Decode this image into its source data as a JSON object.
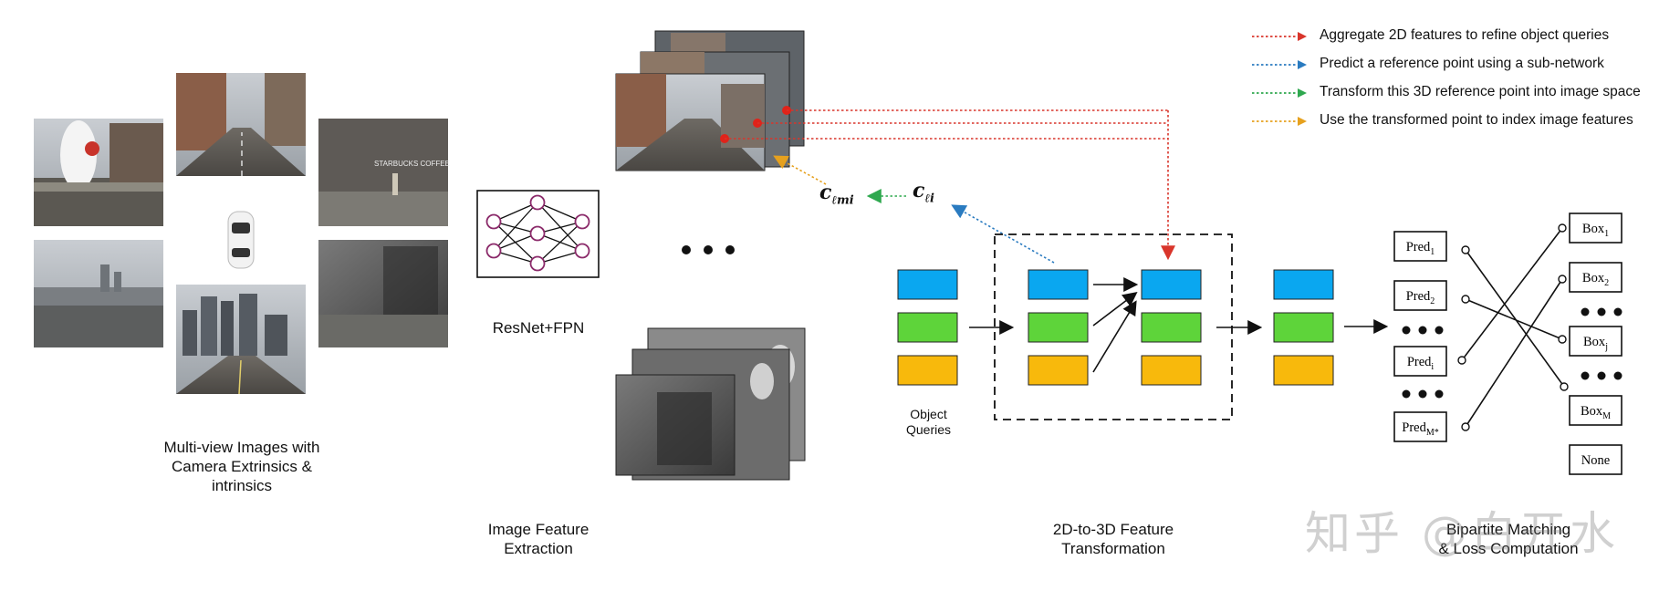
{
  "legend": [
    {
      "text": "Aggregate 2D features to refine object queries",
      "color": "#d9352b"
    },
    {
      "text": "Predict a reference point using a sub-network",
      "color": "#2a7bc0"
    },
    {
      "text": "Transform this 3D reference point into image space",
      "color": "#2fa84f"
    },
    {
      "text": "Use the transformed point to index image features",
      "color": "#e6a11e"
    }
  ],
  "labels": {
    "multiview_line1": "Multi-view Images with",
    "multiview_line2": "Camera Extrinsics &",
    "multiview_line3": "intrinsics",
    "resnet": "ResNet+FPN",
    "feat_extract_line1": "Image Feature",
    "feat_extract_line2": "Extraction",
    "object_queries_line1": "Object",
    "object_queries_line2": "Queries",
    "transform_line1": "2D-to-3D Feature",
    "transform_line2": "Transformation",
    "bipartite_line1": "Bipartite Matching",
    "bipartite_line2": "& Loss Computation",
    "c_lmi_base": "c",
    "c_lmi_sub": "ℓmi",
    "c_li_base": "c",
    "c_li_sub": "ℓi",
    "ellipsis": "• • •"
  },
  "colors": {
    "query_blue": "#0aa7f0",
    "query_green": "#5ed43a",
    "query_orange": "#f8b90c"
  },
  "image_tiles": {
    "starbucks_sign": "STARBUCKS COFFEE"
  },
  "preds": [
    {
      "base": "Pred",
      "sub": "1"
    },
    {
      "base": "Pred",
      "sub": "2"
    },
    {
      "base": "Pred",
      "sub": "i"
    },
    {
      "base": "Pred",
      "sub": "M*"
    }
  ],
  "boxes": [
    {
      "base": "Box",
      "sub": "1"
    },
    {
      "base": "Box",
      "sub": "2"
    },
    {
      "base": "Box",
      "sub": "j"
    },
    {
      "base": "Box",
      "sub": "M"
    },
    {
      "base": "None",
      "sub": ""
    }
  ],
  "watermark": "知乎 @白开水"
}
